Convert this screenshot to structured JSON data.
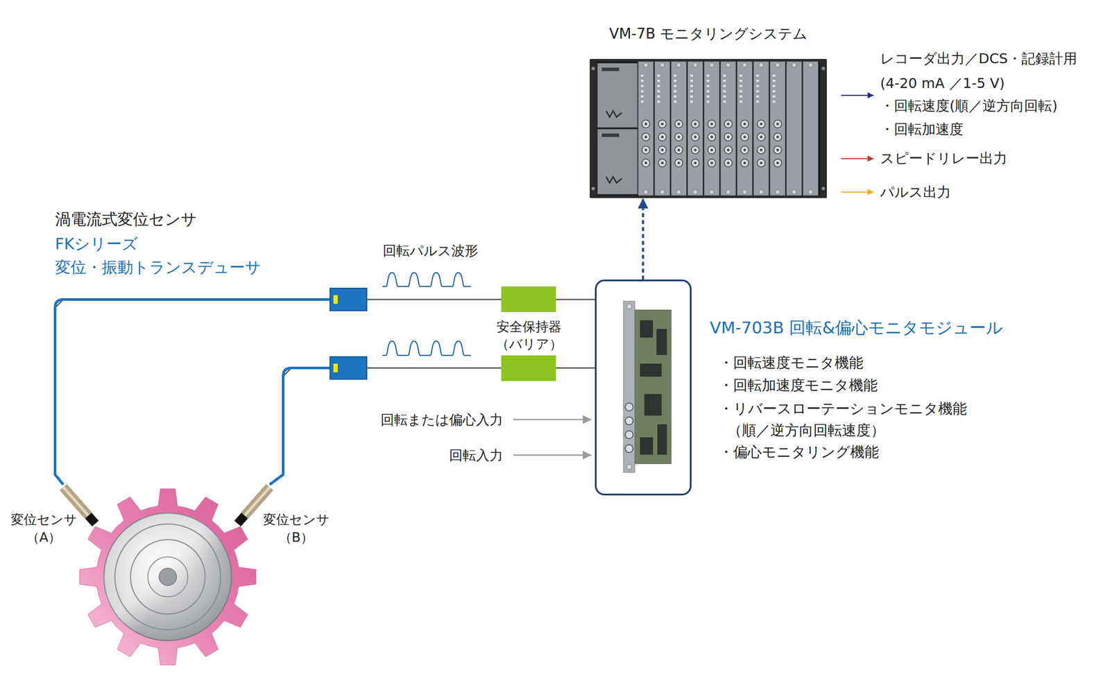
{
  "diagram": {
    "nodes": [
      {
        "text": [
          "VM-7B モニタリングシステム"
        ]
      },
      {
        "text": [
          "VM-703B 回転&偏心モニタモジュール",
          "・回転速度モニタ機能",
          "・回転加速度モニタ機能",
          "・リバースローテーションモニタ機能 （順／逆方向回転速度）",
          "・偏心モニタリング機能"
        ]
      },
      {
        "text": [
          "変位センサ （A）"
        ]
      },
      {
        "text": [
          "変位センサ （B）"
        ]
      }
    ],
    "edges": [
      {
        "from": 1,
        "to": 0,
        "arrow": "to"
      },
      {
        "from": 2,
        "to": 1,
        "arrow": "none",
        "label": "回転パルス波形"
      },
      {
        "from": 3,
        "to": 1,
        "arrow": "none"
      }
    ],
    "labels": [
      "渦電流式変位センサ",
      "FKシリーズ",
      "変位・振動トランスデューサ",
      "安全保持器 （バリア）",
      "回転または偏心入力",
      "回転入力",
      "レコーダ出力／DCS・記録計用",
      "(4-20 mA ／1-5 V)",
      "・回転速度(順／逆方向回転)",
      "・回転加速度",
      "スピードリレー出力",
      "パルス出力"
    ]
  }
}
